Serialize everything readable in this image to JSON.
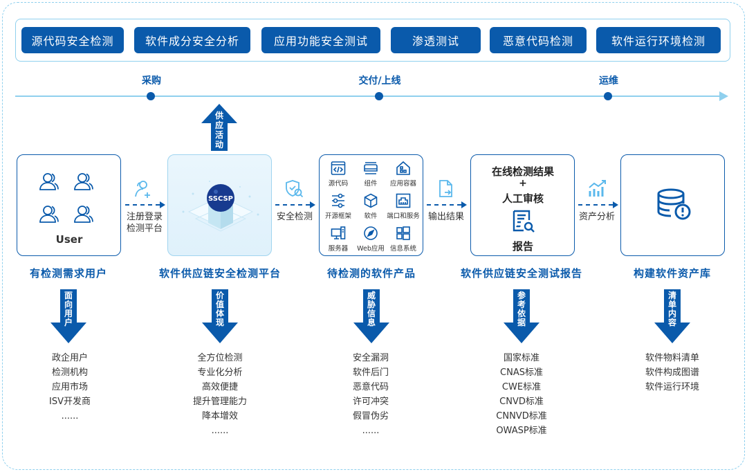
{
  "top_services": [
    "源代码安全检测",
    "软件成分安全分析",
    "应用功能安全测试",
    "渗透测试",
    "恶意代码检测",
    "软件运行环境检测"
  ],
  "timeline": {
    "stages": [
      "采购",
      "交付/上线",
      "运维"
    ]
  },
  "up_arrow": {
    "label": "供应活动"
  },
  "nodes": {
    "user": {
      "label": "User",
      "title": "有检测需求用户",
      "arrow_label": "面向用户",
      "items": [
        "政企用户",
        "检测机构",
        "应用市场",
        "ISV开发商",
        "......"
      ]
    },
    "platform": {
      "badge": "SSCSP",
      "title": "软件供应链安全检测平台",
      "arrow_label": "价值体现",
      "items": [
        "全方位检测",
        "专业化分析",
        "高效便捷",
        "提升管理能力",
        "降本增效",
        "......"
      ]
    },
    "products": {
      "title": "待检测的软件产品",
      "arrow_label": "威胁信息",
      "grid": [
        {
          "label": "源代码",
          "icon": "code-icon"
        },
        {
          "label": "组件",
          "icon": "component-icon"
        },
        {
          "label": "应用容器",
          "icon": "container-icon"
        },
        {
          "label": "开源框架",
          "icon": "sliders-icon"
        },
        {
          "label": "软件",
          "icon": "cube-icon"
        },
        {
          "label": "端口和服务",
          "icon": "port-icon"
        },
        {
          "label": "服务器",
          "icon": "server-icon"
        },
        {
          "label": "Web应用",
          "icon": "compass-icon"
        },
        {
          "label": "信息系统",
          "icon": "windows-icon"
        }
      ],
      "items": [
        "安全漏洞",
        "软件后门",
        "恶意代码",
        "许可冲突",
        "假冒伪劣",
        "......"
      ]
    },
    "report": {
      "line1": "在线检测结果",
      "plus": "+",
      "line2": "人工审核",
      "line3": "报告",
      "title": "软件供应链安全测试报告",
      "arrow_label": "参考依据",
      "items": [
        "国家标准",
        "CNAS标准",
        "CWE标准",
        "CNVD标准",
        "CNNVD标准",
        "OWASP标准"
      ]
    },
    "assets": {
      "title": "构建软件资产库",
      "arrow_label": "清单内容",
      "items": [
        "软件物料清单",
        "软件构成图谱",
        "软件运行环境"
      ]
    }
  },
  "connectors": [
    {
      "label_line1": "注册登录",
      "label_line2": "检测平台"
    },
    {
      "label_line1": "安全检测",
      "label_line2": ""
    },
    {
      "label_line1": "输出结果",
      "label_line2": ""
    },
    {
      "label_line1": "资产分析",
      "label_line2": ""
    }
  ],
  "colors": {
    "primary": "#0a5aab",
    "light_accent": "#8fd0ee",
    "icon_light": "#5ab8ec"
  }
}
